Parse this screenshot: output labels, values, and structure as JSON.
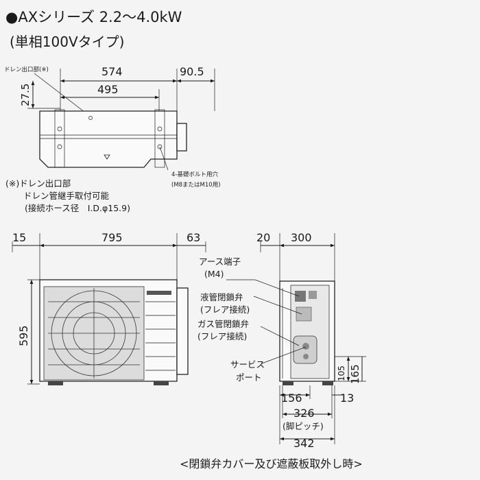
{
  "header": {
    "title": "●AXシリーズ 2.2〜4.0kW",
    "subtitle": "(単相100Vタイプ)"
  },
  "top_view": {
    "drain_label": "ドレン出口部(※)",
    "dim_574": "574",
    "dim_90_5": "90.5",
    "dim_495": "495",
    "dim_27_5": "27.5",
    "bolt_label_1": "4-基礎ボルト用穴",
    "bolt_label_2": "(M8またはM10用)"
  },
  "note": {
    "line1": "(※)ドレン出口部",
    "line2": "ドレン管継手取付可能",
    "line3": "(接続ホース径　I.D.φ15.9)"
  },
  "front_view": {
    "dim_15": "15",
    "dim_795": "795",
    "dim_63": "63",
    "dim_595": "595"
  },
  "side_view": {
    "dim_20": "20",
    "dim_300": "300",
    "earth_label_1": "アース端子",
    "earth_label_2": "(M4)",
    "liquid_label_1": "液管閉鎖弁",
    "liquid_label_2": "(フレア接続)",
    "gas_label_1": "ガス管閉鎖弁",
    "gas_label_2": "(フレア接続)",
    "service_label_1": "サービス",
    "service_label_2": "ポート",
    "dim_105": "105",
    "dim_165": "165",
    "dim_156": "156",
    "dim_13": "13",
    "dim_326": "326",
    "pitch_label": "(脚ピッチ)",
    "dim_342": "342"
  },
  "footer": {
    "caption": "<閉鎖弁カバー及び遮蔽板取外し時>"
  }
}
